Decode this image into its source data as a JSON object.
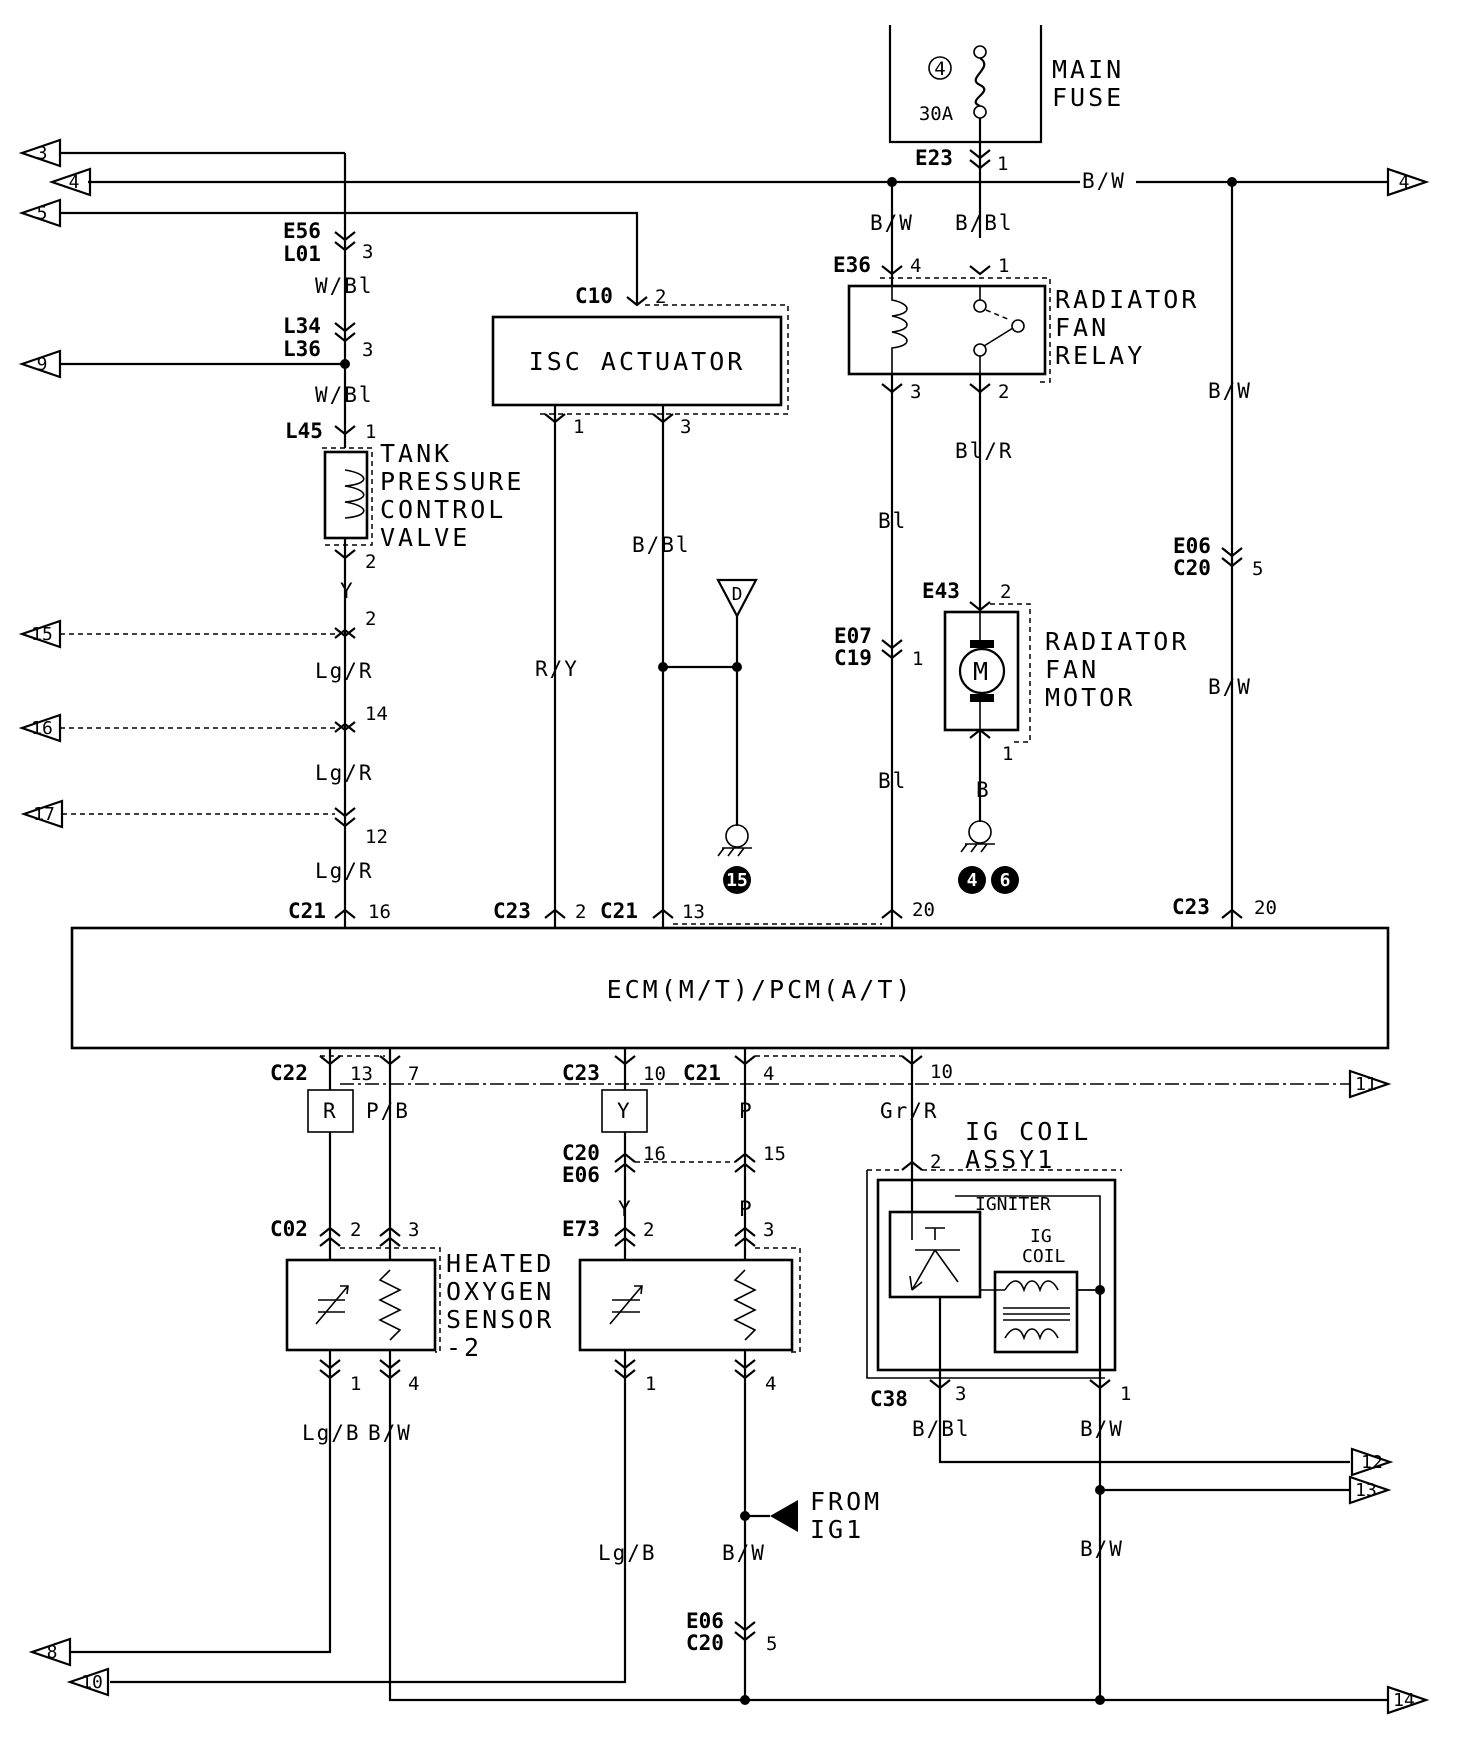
{
  "components": {
    "main_fuse": {
      "label_lines": [
        "MAIN",
        "FUSE"
      ],
      "number": "4",
      "rating": "30A"
    },
    "isc_actuator": {
      "label": "ISC ACTUATOR"
    },
    "radiator_fan_relay": {
      "label_lines": [
        "RADIATOR",
        "FAN",
        "RELAY"
      ]
    },
    "tank_pressure_valve": {
      "label_lines": [
        "TANK",
        "PRESSURE",
        "CONTROL",
        "VALVE"
      ]
    },
    "radiator_fan_motor": {
      "label_lines": [
        "RADIATOR",
        "FAN",
        "MOTOR"
      ],
      "symbol": "M"
    },
    "ecm": {
      "label": "ECM(M/T)/PCM(A/T)"
    },
    "heated_oxygen_sensor": {
      "label_lines": [
        "HEATED",
        "OXYGEN",
        "SENSOR",
        "-2"
      ]
    },
    "ig_coil_assy": {
      "label_lines": [
        "IG COIL",
        "ASSY1"
      ],
      "igniter": "IGNITER",
      "coil_lines": [
        "IG",
        "COIL"
      ]
    },
    "from_ig1": {
      "label_lines": [
        "FROM",
        "IG1"
      ]
    },
    "ground_marks": {
      "g15": "15",
      "g4": "4",
      "g6": "6",
      "d": "D"
    }
  },
  "connectors": {
    "e23": "E23",
    "e56": "E56",
    "l01": "L01",
    "l34": "L34",
    "l36": "L36",
    "l45": "L45",
    "c10": "C10",
    "e36": "E36",
    "e43": "E43",
    "e07": "E07",
    "c19": "C19",
    "e06_top": "E06",
    "c20_top": "C20",
    "c21_top": "C21",
    "c23_a": "C23",
    "c21_b": "C21",
    "c23_b": "C23",
    "c22": "C22",
    "c23_c": "C23",
    "c21_c": "C21",
    "c20_mid": "C20",
    "e06_mid": "E06",
    "c02": "C02",
    "e73": "E73",
    "c38": "C38",
    "e06_bot": "E06",
    "c20_bot": "C20"
  },
  "pins": {
    "e23": "1",
    "e56": "3",
    "l34": "3",
    "l45_top": "1",
    "l45_bot": "2",
    "c10": "2",
    "isc_1": "1",
    "isc_3": "3",
    "e36_4": "4",
    "e36_1": "1",
    "relay_3": "3",
    "relay_2": "2",
    "j_y": "2",
    "j_lgr14": "14",
    "j_lgr12": "12",
    "e43_2": "2",
    "motor_1": "1",
    "e07": "1",
    "e06_top": "5",
    "c21_16": "16",
    "c23_2": "2",
    "c21_13": "13",
    "ecm_20a": "20",
    "c23_20": "20",
    "c22_13": "13",
    "c22_7": "7",
    "c23_10": "10",
    "c21_4": "4",
    "ecm_10": "10",
    "c20_16": "16",
    "c20_15": "15",
    "ig_2": "2",
    "c02_2": "2",
    "c02_3": "3",
    "e73_2": "2",
    "e73_3": "3",
    "hos_1": "1",
    "hos_4": "4",
    "sen2_1": "1",
    "sen2_4": "4",
    "c38_3": "3",
    "c38_1": "1",
    "e06_bot": "5"
  },
  "wires": {
    "bw_main": "B/W",
    "bw_relay": "B/W",
    "bbl_fuse": "B/Bl",
    "wbl_1": "W/Bl",
    "wbl_2": "W/Bl",
    "y_valve": "Y",
    "lgr_1": "Lg/R",
    "lgr_2": "Lg/R",
    "lgr_3": "Lg/R",
    "ry": "R/Y",
    "bbl_isc": "B/Bl",
    "bl_relay": "Bl",
    "bl_lower": "Bl",
    "blr": "Bl/R",
    "b_motor": "B",
    "bw_right_1": "B/W",
    "bw_right_2": "B/W",
    "r_box": "R",
    "pb": "P/B",
    "y_box": "Y",
    "p_1": "P",
    "grr": "Gr/R",
    "y_2": "Y",
    "p_2": "P",
    "lgb_1": "Lg/B",
    "bw_hos": "B/W",
    "lgb_2": "Lg/B",
    "bw_ig1": "B/W",
    "bbl_c38": "B/Bl",
    "bw_c38": "B/W",
    "bw_c38_2": "B/W"
  },
  "off_page": [
    "3",
    "4",
    "5",
    "9",
    "15",
    "16",
    "17",
    "4",
    "11",
    "12",
    "13",
    "8",
    "10",
    "14"
  ]
}
